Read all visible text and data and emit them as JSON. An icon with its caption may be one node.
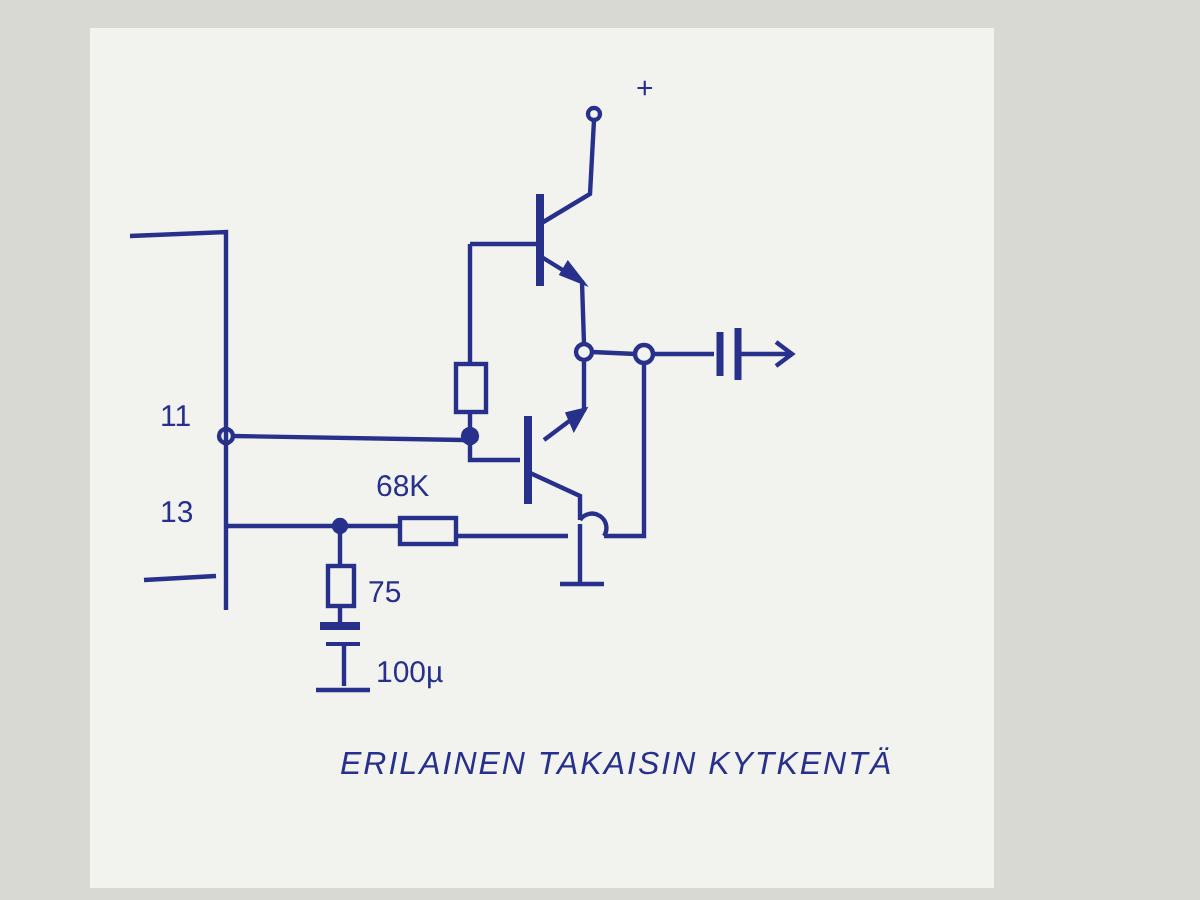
{
  "diagram": {
    "caption": "ERILAINEN TAKAISIN KYTKENTÄ",
    "labels": [
      "+",
      "11",
      "13",
      "68K",
      "75",
      "100µ"
    ]
  }
}
